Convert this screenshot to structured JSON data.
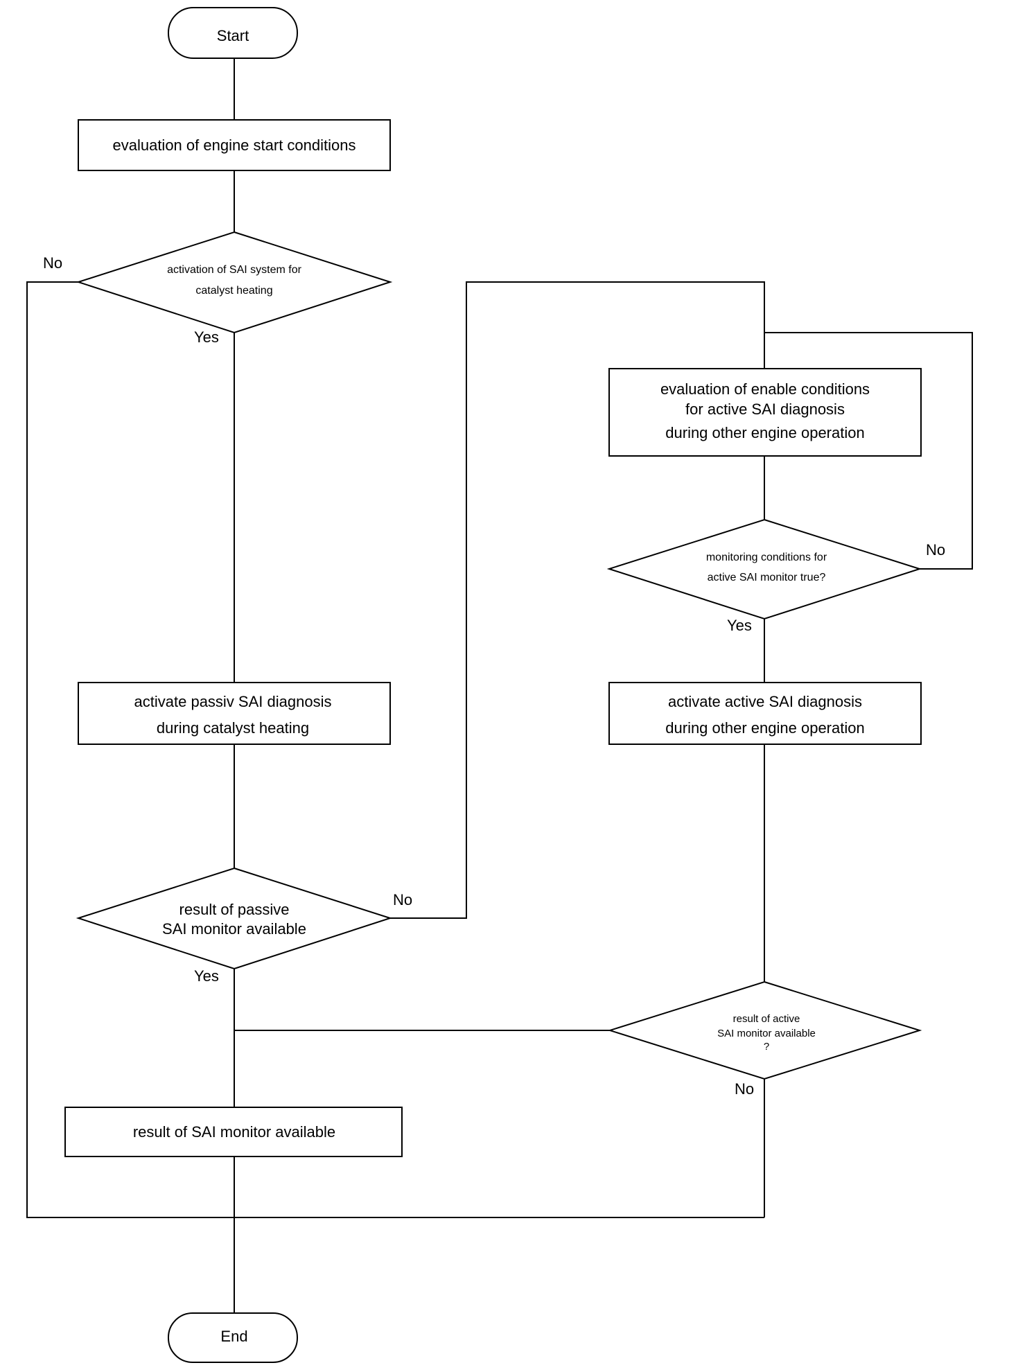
{
  "diagram": {
    "start": "Start",
    "end": "End",
    "eval_start": "evaluation of engine start conditions",
    "decision_sai_activation": [
      "activation of SAI system for",
      "catalyst heating"
    ],
    "eval_enable": [
      "evaluation of enable conditions",
      "for active SAI diagnosis",
      "during other engine operation"
    ],
    "decision_monitoring": [
      "monitoring conditions for",
      "active SAI monitor true?"
    ],
    "activate_passive": [
      "activate passiv SAI diagnosis",
      "during catalyst heating"
    ],
    "activate_active": [
      "activate active SAI diagnosis",
      "during other engine operation"
    ],
    "decision_passive_result": [
      "result of passive",
      "SAI monitor available"
    ],
    "decision_active_result": [
      "result of active",
      "SAI monitor available",
      "?"
    ],
    "result_available": "result of SAI monitor available",
    "labels": {
      "yes": "Yes",
      "no": "No"
    }
  }
}
